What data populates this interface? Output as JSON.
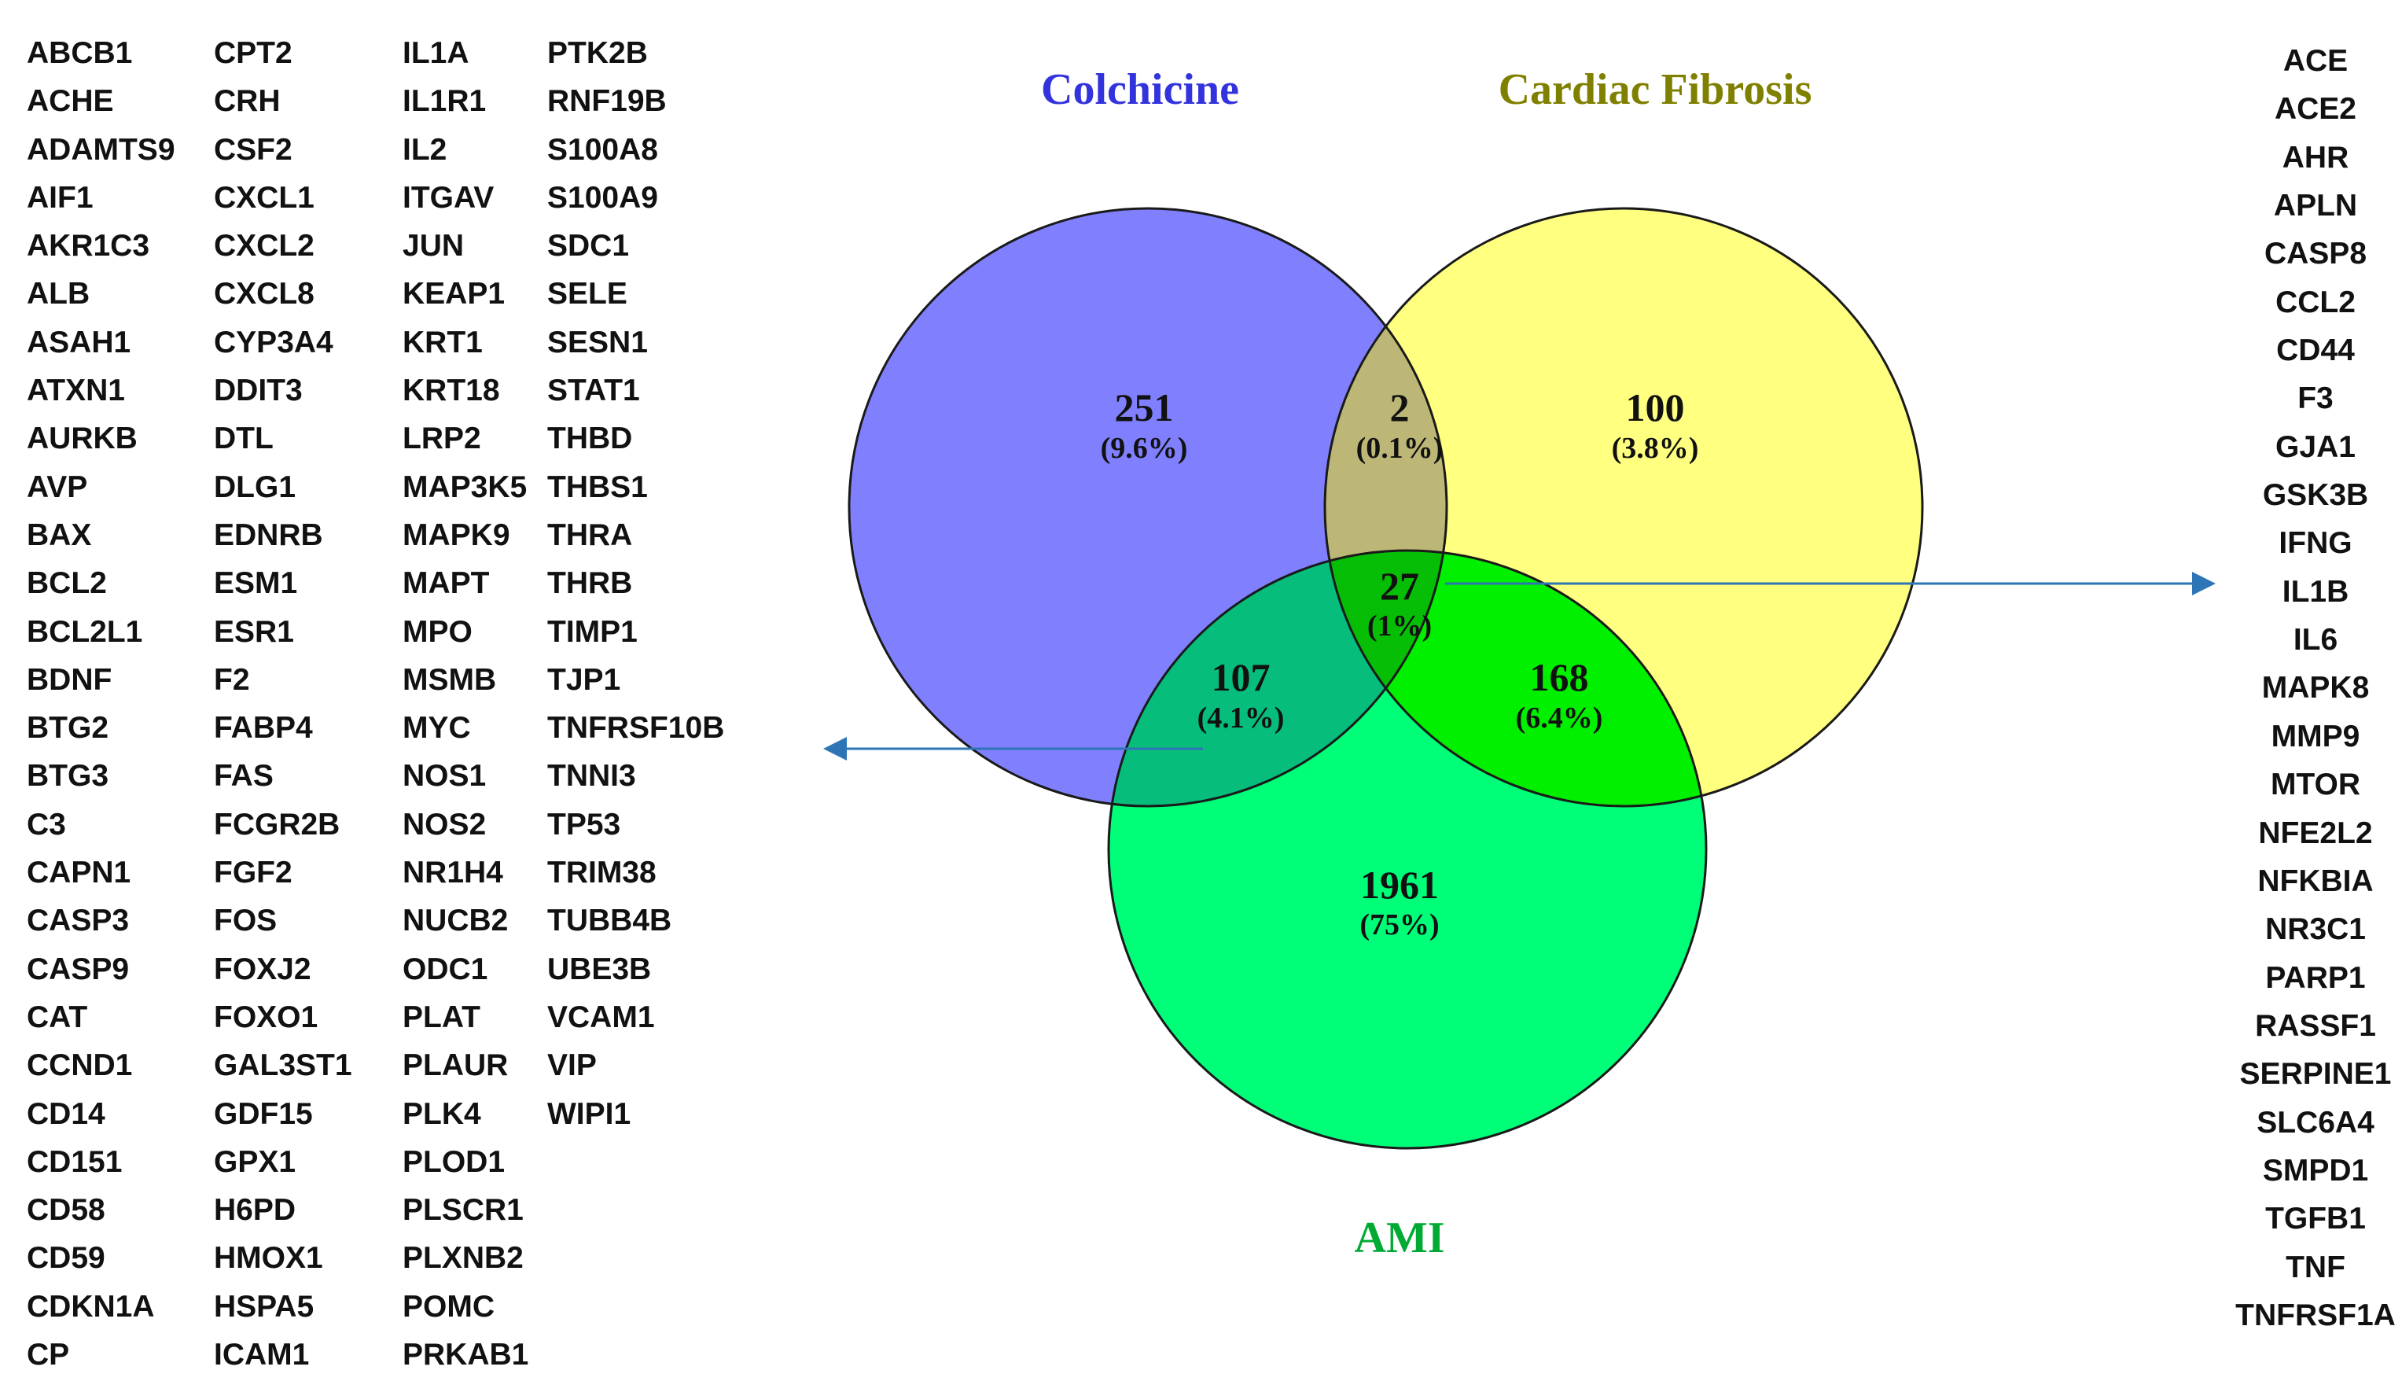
{
  "sets": {
    "colchicine": {
      "label": "Colchicine",
      "color": "#3333dd",
      "fill": "#8080ff"
    },
    "cardiac_fibrosis": {
      "label": "Cardiac Fibrosis",
      "color": "#808000",
      "fill": "#ffff80"
    },
    "ami": {
      "label": "AMI",
      "color": "#00aa33",
      "fill": "#00ff78"
    }
  },
  "regions": {
    "colchicine_only": {
      "count": "251",
      "pct": "(9.6%)"
    },
    "colchicine_fibrosis": {
      "count": "2",
      "pct": "(0.1%)"
    },
    "fibrosis_only": {
      "count": "100",
      "pct": "(3.8%)"
    },
    "all_three": {
      "count": "27",
      "pct": "(1%)"
    },
    "colchicine_ami": {
      "count": "107",
      "pct": "(4.1%)"
    },
    "fibrosis_ami": {
      "count": "168",
      "pct": "(6.4%)"
    },
    "ami_only": {
      "count": "1961",
      "pct": "(75%)"
    }
  },
  "arrow_color": "#2e75b6",
  "colchicine_ami_genes": [
    [
      "ABCB1",
      "ACHE",
      "ADAMTS9",
      "AIF1",
      "AKR1C3",
      "ALB",
      "ASAH1",
      "ATXN1",
      "AURKB",
      "AVP",
      "BAX",
      "BCL2",
      "BCL2L1",
      "BDNF",
      "BTG2",
      "BTG3",
      "C3",
      "CAPN1",
      "CASP3",
      "CASP9",
      "CAT",
      "CCND1",
      "CD14",
      "CD151",
      "CD58",
      "CD59",
      "CDKN1A",
      "CP"
    ],
    [
      "CPT2",
      "CRH",
      "CSF2",
      "CXCL1",
      "CXCL2",
      "CXCL8",
      "CYP3A4",
      "DDIT3",
      "DTL",
      "DLG1",
      "EDNRB",
      "ESM1",
      "ESR1",
      "F2",
      "FABP4",
      "FAS",
      "FCGR2B",
      "FGF2",
      "FOS",
      "FOXJ2",
      "FOXO1",
      "GAL3ST1",
      "GDF15",
      "GPX1",
      "H6PD",
      "HMOX1",
      "HSPA5",
      "ICAM1"
    ],
    [
      "IL1A",
      "IL1R1",
      "IL2",
      "ITGAV",
      "JUN",
      "KEAP1",
      "KRT1",
      "KRT18",
      "LRP2",
      "MAP3K5",
      "MAPK9",
      "MAPT",
      "MPO",
      "MSMB",
      "MYC",
      "NOS1",
      "NOS2",
      "NR1H4",
      "NUCB2",
      "ODC1",
      "PLAT",
      "PLAUR",
      "PLK4",
      "PLOD1",
      "PLSCR1",
      "PLXNB2",
      "POMC",
      "PRKAB1"
    ],
    [
      "PTK2B",
      "RNF19B",
      "S100A8",
      "S100A9",
      "SDC1",
      "SELE",
      "SESN1",
      "STAT1",
      "THBD",
      "THBS1",
      "THRA",
      "THRB",
      "TIMP1",
      "TJP1",
      "TNFRSF10B",
      "TNNI3",
      "TP53",
      "TRIM38",
      "TUBB4B",
      "UBE3B",
      "VCAM1",
      "VIP",
      "WIPI1"
    ]
  ],
  "all_three_genes": [
    "ACE",
    "ACE2",
    "AHR",
    "APLN",
    "CASP8",
    "CCL2",
    "CD44",
    "F3",
    "GJA1",
    "GSK3B",
    "IFNG",
    "IL1B",
    "IL6",
    "MAPK8",
    "MMP9",
    "MTOR",
    "NFE2L2",
    "NFKBIA",
    "NR3C1",
    "PARP1",
    "RASSF1",
    "SERPINE1",
    "SLC6A4",
    "SMPD1",
    "TGFB1",
    "TNF",
    "TNFRSF1A"
  ]
}
